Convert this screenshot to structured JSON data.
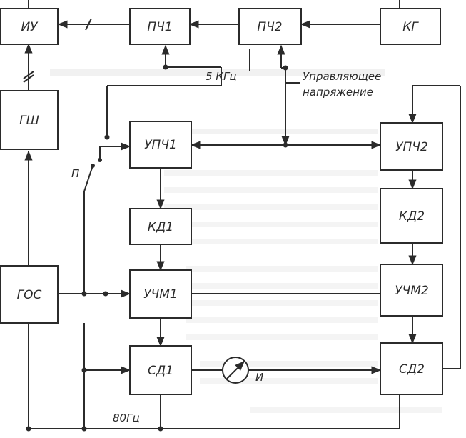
{
  "blocks": {
    "iu": "ИУ",
    "pch1": "ПЧ1",
    "pch2": "ПЧ2",
    "kg": "КГ",
    "gsh": "ГШ",
    "upch1": "УПЧ1",
    "upch2": "УПЧ2",
    "kd1": "КД1",
    "kd2": "КД2",
    "gos": "ГОС",
    "uchm1": "УЧМ1",
    "uchm2": "УЧМ2",
    "sd1": "СД1",
    "sd2": "СД2"
  },
  "labels": {
    "freq_if": "5 КГц",
    "control_line1": "Управляющее",
    "control_line2": "напряжение",
    "switch": "П",
    "meter": "И",
    "freq_mod": "80Гц"
  },
  "colors": {
    "ink": "#2b2b2b",
    "paper": "#ffffff",
    "background_text": "#c9c9c9"
  }
}
